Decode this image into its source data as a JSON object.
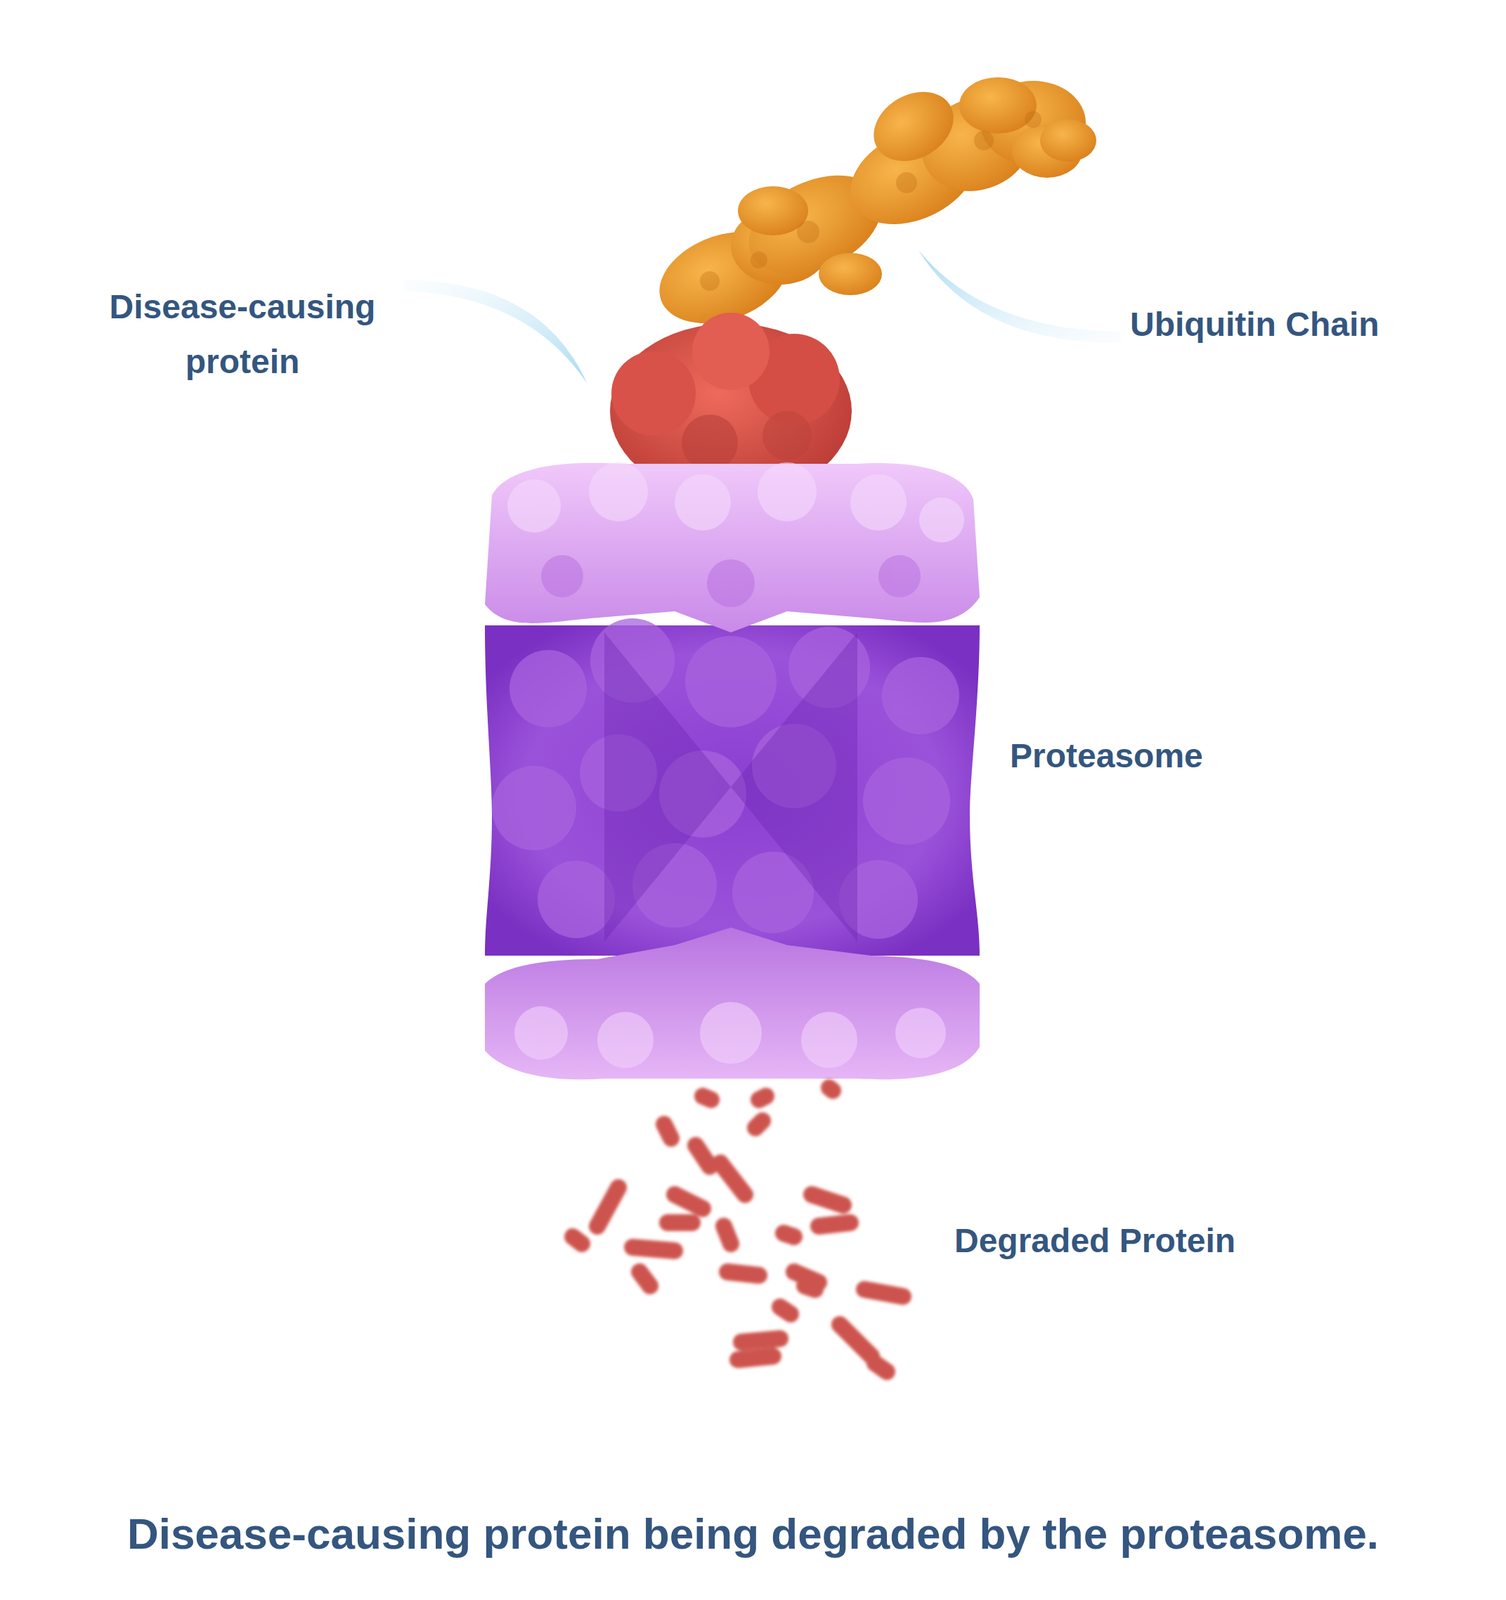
{
  "diagram": {
    "caption": "Disease-causing protein being degraded by the proteasome.",
    "labels": [
      "Disease-causing protein",
      "Ubiquitin Chain",
      "Proteasome",
      "Degraded Protein"
    ]
  }
}
